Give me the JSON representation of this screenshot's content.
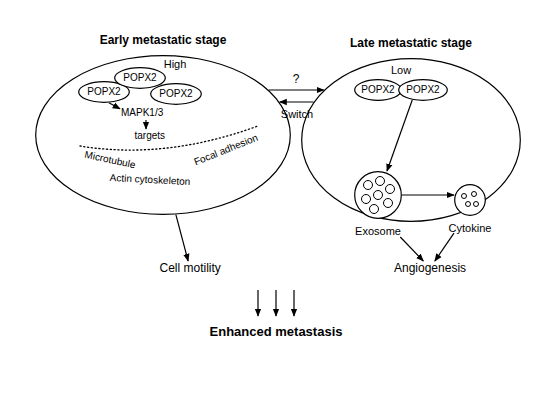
{
  "diagram": {
    "nodes": [
      {
        "text": [
          "Early metastatic stage",
          "High"
        ]
      },
      {
        "text": [
          "POPX2"
        ],
        "in": 0
      },
      {
        "text": [
          "POPX2"
        ],
        "in": 0
      },
      {
        "text": [
          "POPX2"
        ],
        "in": 0
      },
      {
        "text": [
          "MAPK1/3"
        ],
        "in": 0
      },
      {
        "text": [
          "targets"
        ],
        "in": 0
      },
      {
        "text": [
          "Cell motility"
        ]
      },
      {
        "text": [
          "Late metastatic stage",
          "Low"
        ]
      },
      {
        "text": [
          "POPX2"
        ],
        "in": 7
      },
      {
        "text": [
          "POPX2"
        ],
        "in": 7
      },
      {
        "text": [
          "Exosome"
        ],
        "in": 7
      },
      {
        "text": [
          "Cytokine"
        ],
        "in": 7
      },
      {
        "text": [
          "Angiogenesis"
        ]
      }
    ],
    "edges": [
      {
        "from": 1,
        "to": 4,
        "arrow": "to"
      },
      {
        "from": 4,
        "to": 5,
        "arrow": "to"
      },
      {
        "from": 0,
        "to": 6,
        "arrow": "to"
      },
      {
        "from": 0,
        "to": 7,
        "label": "?",
        "arrow": "to"
      },
      {
        "from": 7,
        "to": 0,
        "label": "Switch",
        "arrow": "to"
      },
      {
        "from": 9,
        "to": 10,
        "arrow": "to"
      },
      {
        "from": 10,
        "to": 11,
        "arrow": "to"
      },
      {
        "from": 10,
        "to": 12,
        "arrow": "to"
      },
      {
        "from": 11,
        "to": 12,
        "arrow": "to"
      }
    ],
    "labels": [
      "Microtubule",
      "Focal adhesion",
      "Actin cytoskeleton",
      "Enhanced metastasis"
    ]
  }
}
